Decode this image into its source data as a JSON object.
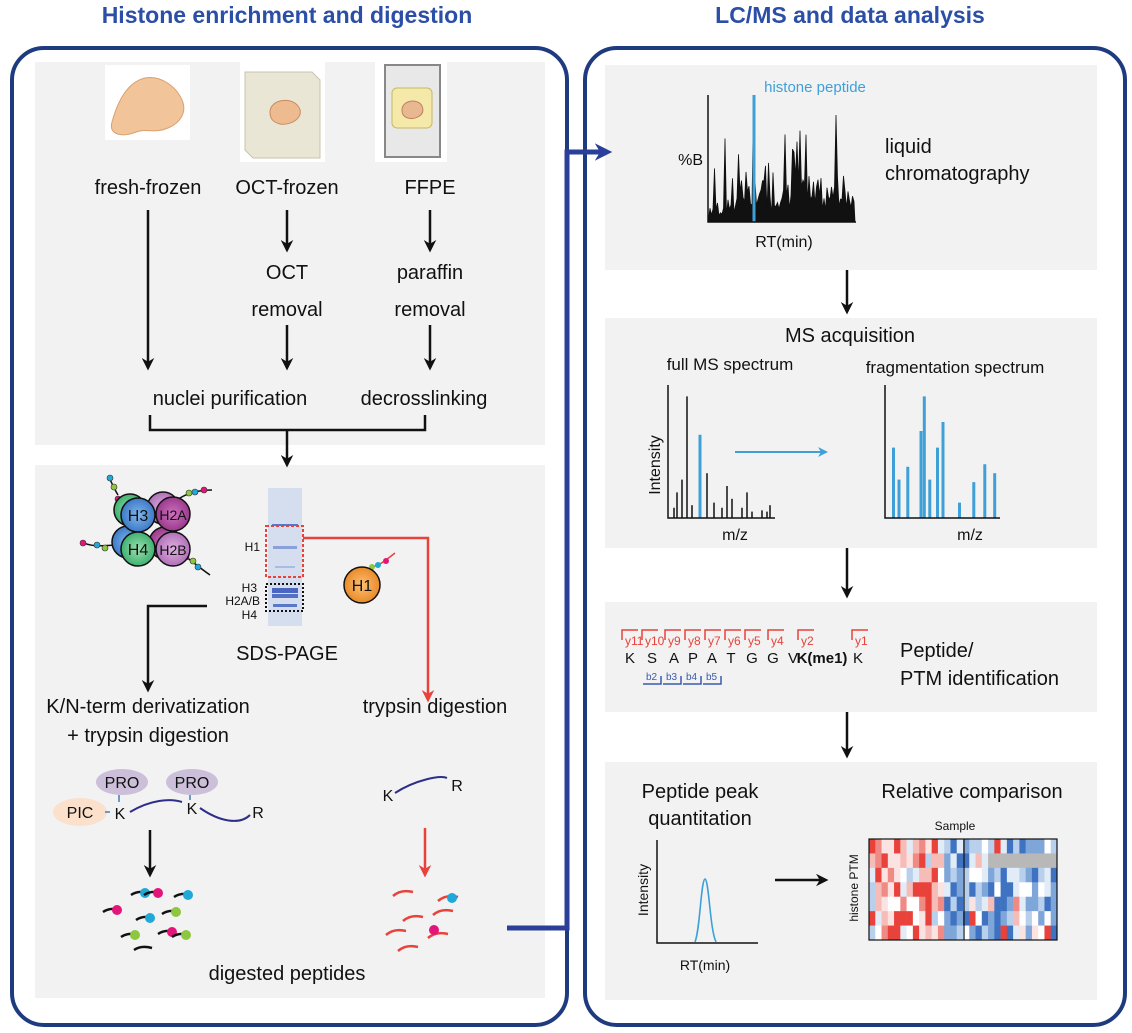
{
  "titles": {
    "left": "Histone enrichment and digestion",
    "right": "LC/MS and data analysis"
  },
  "left": {
    "samples": [
      "fresh-frozen",
      "OCT-frozen",
      "FFPE"
    ],
    "oct_step": [
      "OCT",
      "removal"
    ],
    "paraffin_step": [
      "paraffin",
      "removal"
    ],
    "nuclei": "nuclei purification",
    "decross": "decrosslinking",
    "histones": {
      "h3": "H3",
      "h2a": "H2A",
      "h4": "H4",
      "h2b": "H2B",
      "h1": "H1"
    },
    "gel_labels": {
      "h1": "H1",
      "h3": "H3",
      "h2ab": "H2A/B",
      "h4": "H4"
    },
    "sds": "SDS-PAGE",
    "deriv": [
      "K/N-term derivatization",
      "+ trypsin digestion"
    ],
    "trypsin": "trypsin digestion",
    "chem": {
      "pro": "PRO",
      "pic": "PIC",
      "k": "K",
      "r": "R"
    },
    "digested": "digested peptides"
  },
  "right": {
    "lc": {
      "label": "histone peptide",
      "yaxis": "%B",
      "xaxis": "RT(min)",
      "desc": [
        "liquid",
        "chromatography"
      ]
    },
    "ms": {
      "title": "MS acquisition",
      "full": "full MS spectrum",
      "frag": "fragmentation spectrum",
      "yaxis": "Intensity",
      "xaxis": "m/z",
      "full_peaks": [
        [
          0.02,
          0.08
        ],
        [
          0.05,
          0.2
        ],
        [
          0.1,
          0.3
        ],
        [
          0.15,
          0.95
        ],
        [
          0.2,
          0.1
        ],
        [
          0.28,
          0.65
        ],
        [
          0.35,
          0.35
        ],
        [
          0.42,
          0.12
        ],
        [
          0.5,
          0.08
        ],
        [
          0.55,
          0.25
        ],
        [
          0.6,
          0.15
        ],
        [
          0.7,
          0.08
        ],
        [
          0.75,
          0.2
        ],
        [
          0.8,
          0.05
        ],
        [
          0.9,
          0.06
        ],
        [
          0.95,
          0.05
        ],
        [
          0.98,
          0.1
        ]
      ],
      "full_highlight": [
        0.28
      ],
      "frag_peaks": [
        [
          0.05,
          0.55
        ],
        [
          0.1,
          0.3
        ],
        [
          0.18,
          0.4
        ],
        [
          0.3,
          0.68
        ],
        [
          0.33,
          0.95
        ],
        [
          0.38,
          0.3
        ],
        [
          0.45,
          0.55
        ],
        [
          0.5,
          0.75
        ],
        [
          0.65,
          0.12
        ],
        [
          0.78,
          0.28
        ],
        [
          0.88,
          0.42
        ],
        [
          0.97,
          0.35
        ]
      ]
    },
    "peptide": {
      "y_ions": [
        "y11",
        "y10",
        "y9",
        "y8",
        "y7",
        "y6",
        "y5",
        "y4",
        "y2",
        "y1"
      ],
      "sequence": [
        "K",
        "S",
        "A",
        "P",
        "A",
        "T",
        "G",
        "G",
        "V",
        "K(me1)",
        "K"
      ],
      "b_ions": [
        "b2",
        "b3",
        "b4",
        "b5"
      ],
      "desc": [
        "Peptide/",
        "PTM identification"
      ]
    },
    "quant": {
      "title": [
        "Peptide peak",
        "quantitation"
      ],
      "yaxis": "Intensity",
      "xaxis": "RT(min)"
    },
    "compare": {
      "title": "Relative comparison",
      "xlabel": "Sample",
      "ylabel": "histone PTM"
    }
  },
  "colors": {
    "frame": "#1f3b80",
    "title": "#2b4ea6",
    "accent_blue": "#3fa0d8",
    "red": "#e8423a",
    "panel": "#f2f2f2"
  }
}
